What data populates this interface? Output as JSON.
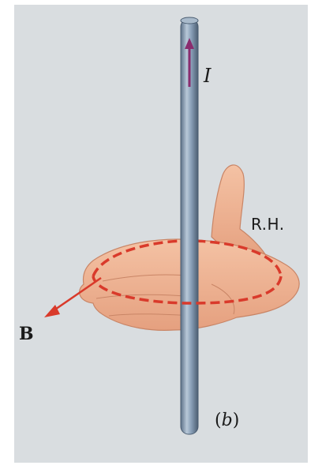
{
  "diagram": {
    "current_label": "I",
    "hand_label": "R.H.",
    "field_label": "B",
    "subfigure_open": "(",
    "subfigure_letter": "b",
    "subfigure_close": ")"
  },
  "colors": {
    "background": "#d9dde0",
    "wire": "#8aa0b8",
    "field_loop": "#d93a2b",
    "current_arrow": "#8a2d6e",
    "hand": "#efb292",
    "text": "#1a1a1a"
  }
}
